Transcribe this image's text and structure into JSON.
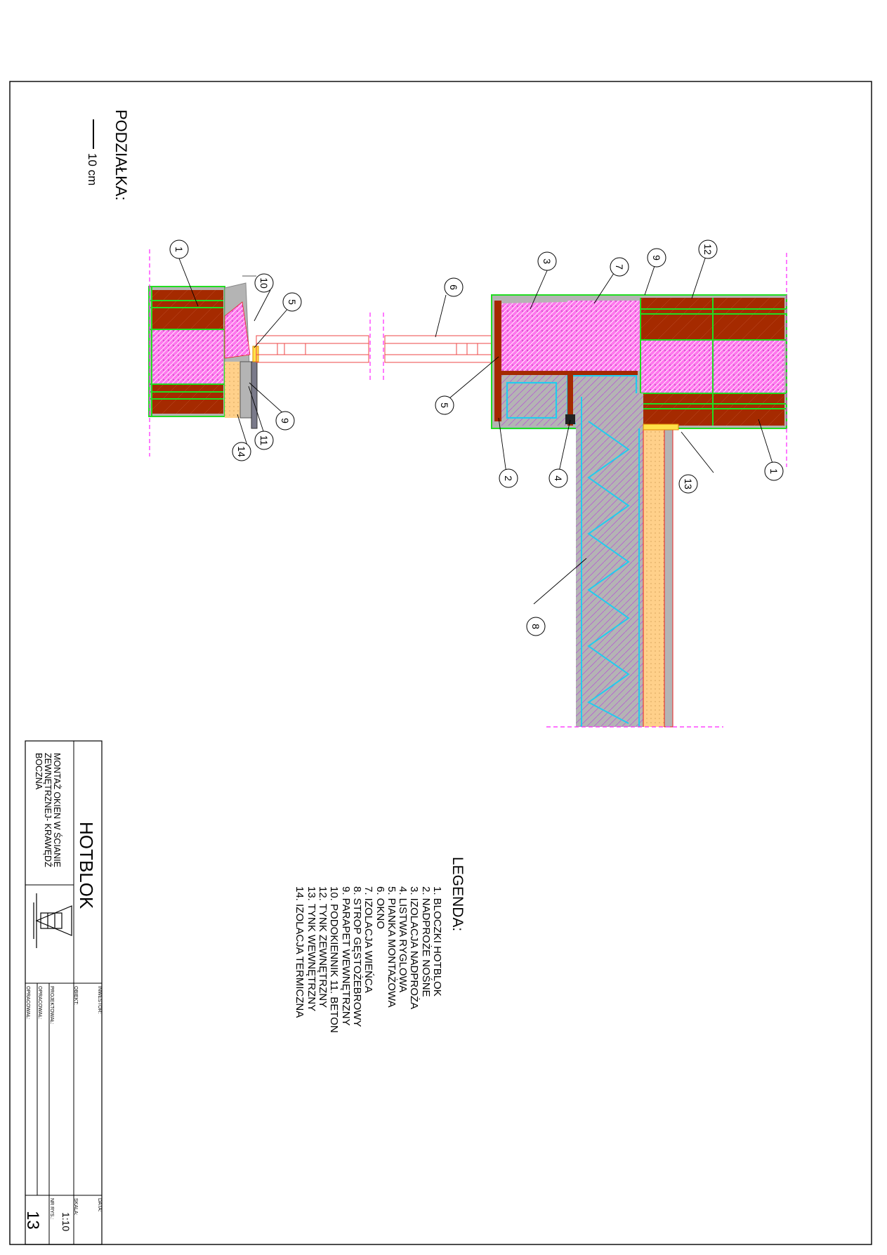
{
  "scale_note": {
    "label": "PODZIAŁKA:",
    "value": "10 cm"
  },
  "legend": {
    "title": "LEGENDA:",
    "items": [
      "1. BLOCZKI HOTBLOK",
      "2. NADPROŻE NOŚNE",
      "3. IZOLACJA NADPROŻA",
      "4. LISTWA RYGLOWA",
      "5. PIANKA MONTAŻOWA",
      "6. OKNO",
      "7. IZOLACJA WIEŃCA",
      "8. STROP GĘSTOŻEBROWY",
      "9. PARAPET WEWNĘTRZNY",
      "10. PODOKIENNIK 11. BETON",
      "12. TYNK ZEWNĘTRZNY",
      "13. TYNK WEWNĘTRZNY",
      "14. IZOLACJA TERMICZNA"
    ]
  },
  "callouts": [
    "1",
    "1",
    "2",
    "3",
    "4",
    "5",
    "5",
    "6",
    "7",
    "8",
    "9",
    "9",
    "10",
    "11",
    "12",
    "13",
    "14"
  ],
  "title_block": {
    "brand": "HOTBLOK",
    "description_line1": "MONTAŻ OKIEN W ŚCIANIE",
    "description_line2": "ZEWNĘTRZNEJ- KRAWĘDŹ",
    "description_line3": "BOCZNA",
    "investor_label": "INWESTOR:",
    "object_label": "OBIEKT:",
    "designed_label": "PROJEKTOWAŁ:",
    "prepared_label_1": "OPRACOWAŁ:",
    "prepared_label_2": "OPRACOWAŁ:",
    "date_label": "DATA:",
    "scale_label": "SKALA:",
    "scale_value": "1:10",
    "drawing_no_label": "NR RYS.:",
    "drawing_no_value": "13"
  },
  "colors": {
    "block": "#a52a00",
    "insulation": "#ff77ee",
    "concrete": "#b4b4b4",
    "plaster": "#ffd08a",
    "green_line": "#22dd22",
    "cyan_line": "#22ccee",
    "red_line": "#ee2222",
    "magenta_axis": "#ff22ff"
  }
}
